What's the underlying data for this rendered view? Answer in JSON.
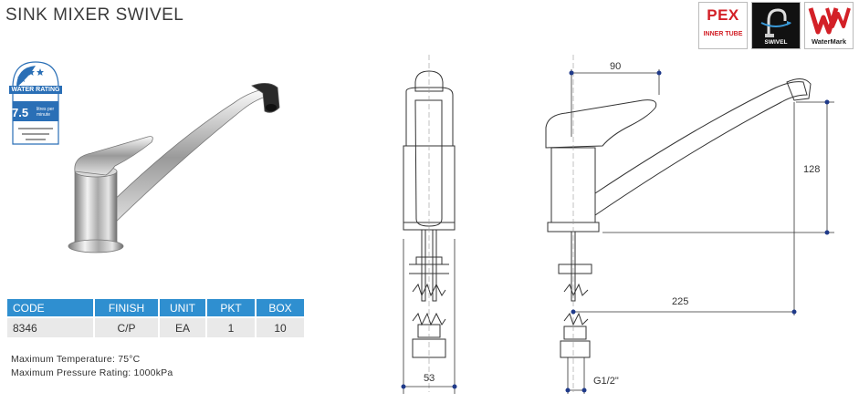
{
  "title": "SINK MIXER SWIVEL",
  "badges": {
    "pex": {
      "main": "PEX",
      "sub": "INNER TUBE"
    },
    "swivel": {
      "sub": "SWIVEL"
    },
    "watermark": {
      "sub": "WaterMark"
    }
  },
  "water_rating": {
    "header": "WATER RATING",
    "value": "7.5",
    "unit": "litres per minute"
  },
  "spec_table": {
    "headers": [
      "CODE",
      "FINISH",
      "UNIT",
      "PKT",
      "BOX"
    ],
    "rows": [
      [
        "8346",
        "C/P",
        "EA",
        "1",
        "10"
      ]
    ]
  },
  "specs": {
    "max_temperature": "Maximum Temperature: 75°C",
    "max_pressure": "Maximum Pressure Rating: 1000kPa"
  },
  "dimensions": {
    "handle_reach": "90",
    "spout_height": "128",
    "spout_reach": "225",
    "body_width": "53",
    "thread": "G1/2\""
  },
  "colors": {
    "table_header": "#2f8fd0",
    "table_row": "#e9e9e9",
    "dimension_marker": "#1f3a8a",
    "pex_red": "#d32027"
  }
}
